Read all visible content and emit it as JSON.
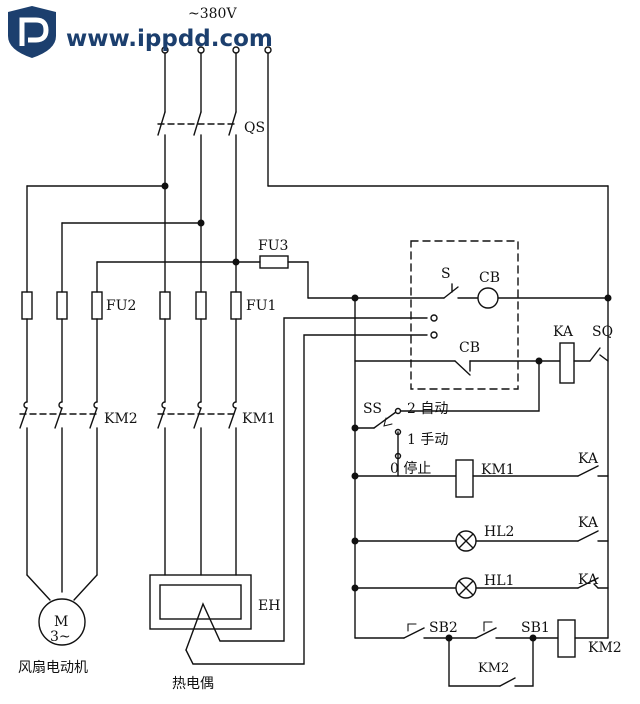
{
  "watermark": {
    "text": "www.ippdd.com"
  },
  "supply": {
    "label": "~380V"
  },
  "components": {
    "qs": "QS",
    "fu1": "FU1",
    "fu2": "FU2",
    "fu3": "FU3",
    "km1_main": "KM1",
    "km2_main": "KM2",
    "heater": "EH",
    "motor_letter": "M",
    "motor_phase": "3~",
    "motor_caption": "风扇电动机",
    "thermocouple_caption": "热电偶",
    "switch_s": "S",
    "cb_meter": "CB",
    "cb_contact": "CB",
    "relay_ka": "KA",
    "limit_sq": "SQ",
    "selector_ss": "SS",
    "ss_pos2": "2 自动",
    "ss_pos1": "1 手动",
    "ss_pos0": "0 停止",
    "coil_km1": "KM1",
    "ka_contact_1": "KA",
    "lamp_hl2": "HL2",
    "ka_contact_2": "KA",
    "lamp_hl1": "HL1",
    "ka_contact_3": "KA",
    "pb_sb2": "SB2",
    "pb_sb1": "SB1",
    "coil_km2": "KM2",
    "partial_label": "KM2"
  }
}
